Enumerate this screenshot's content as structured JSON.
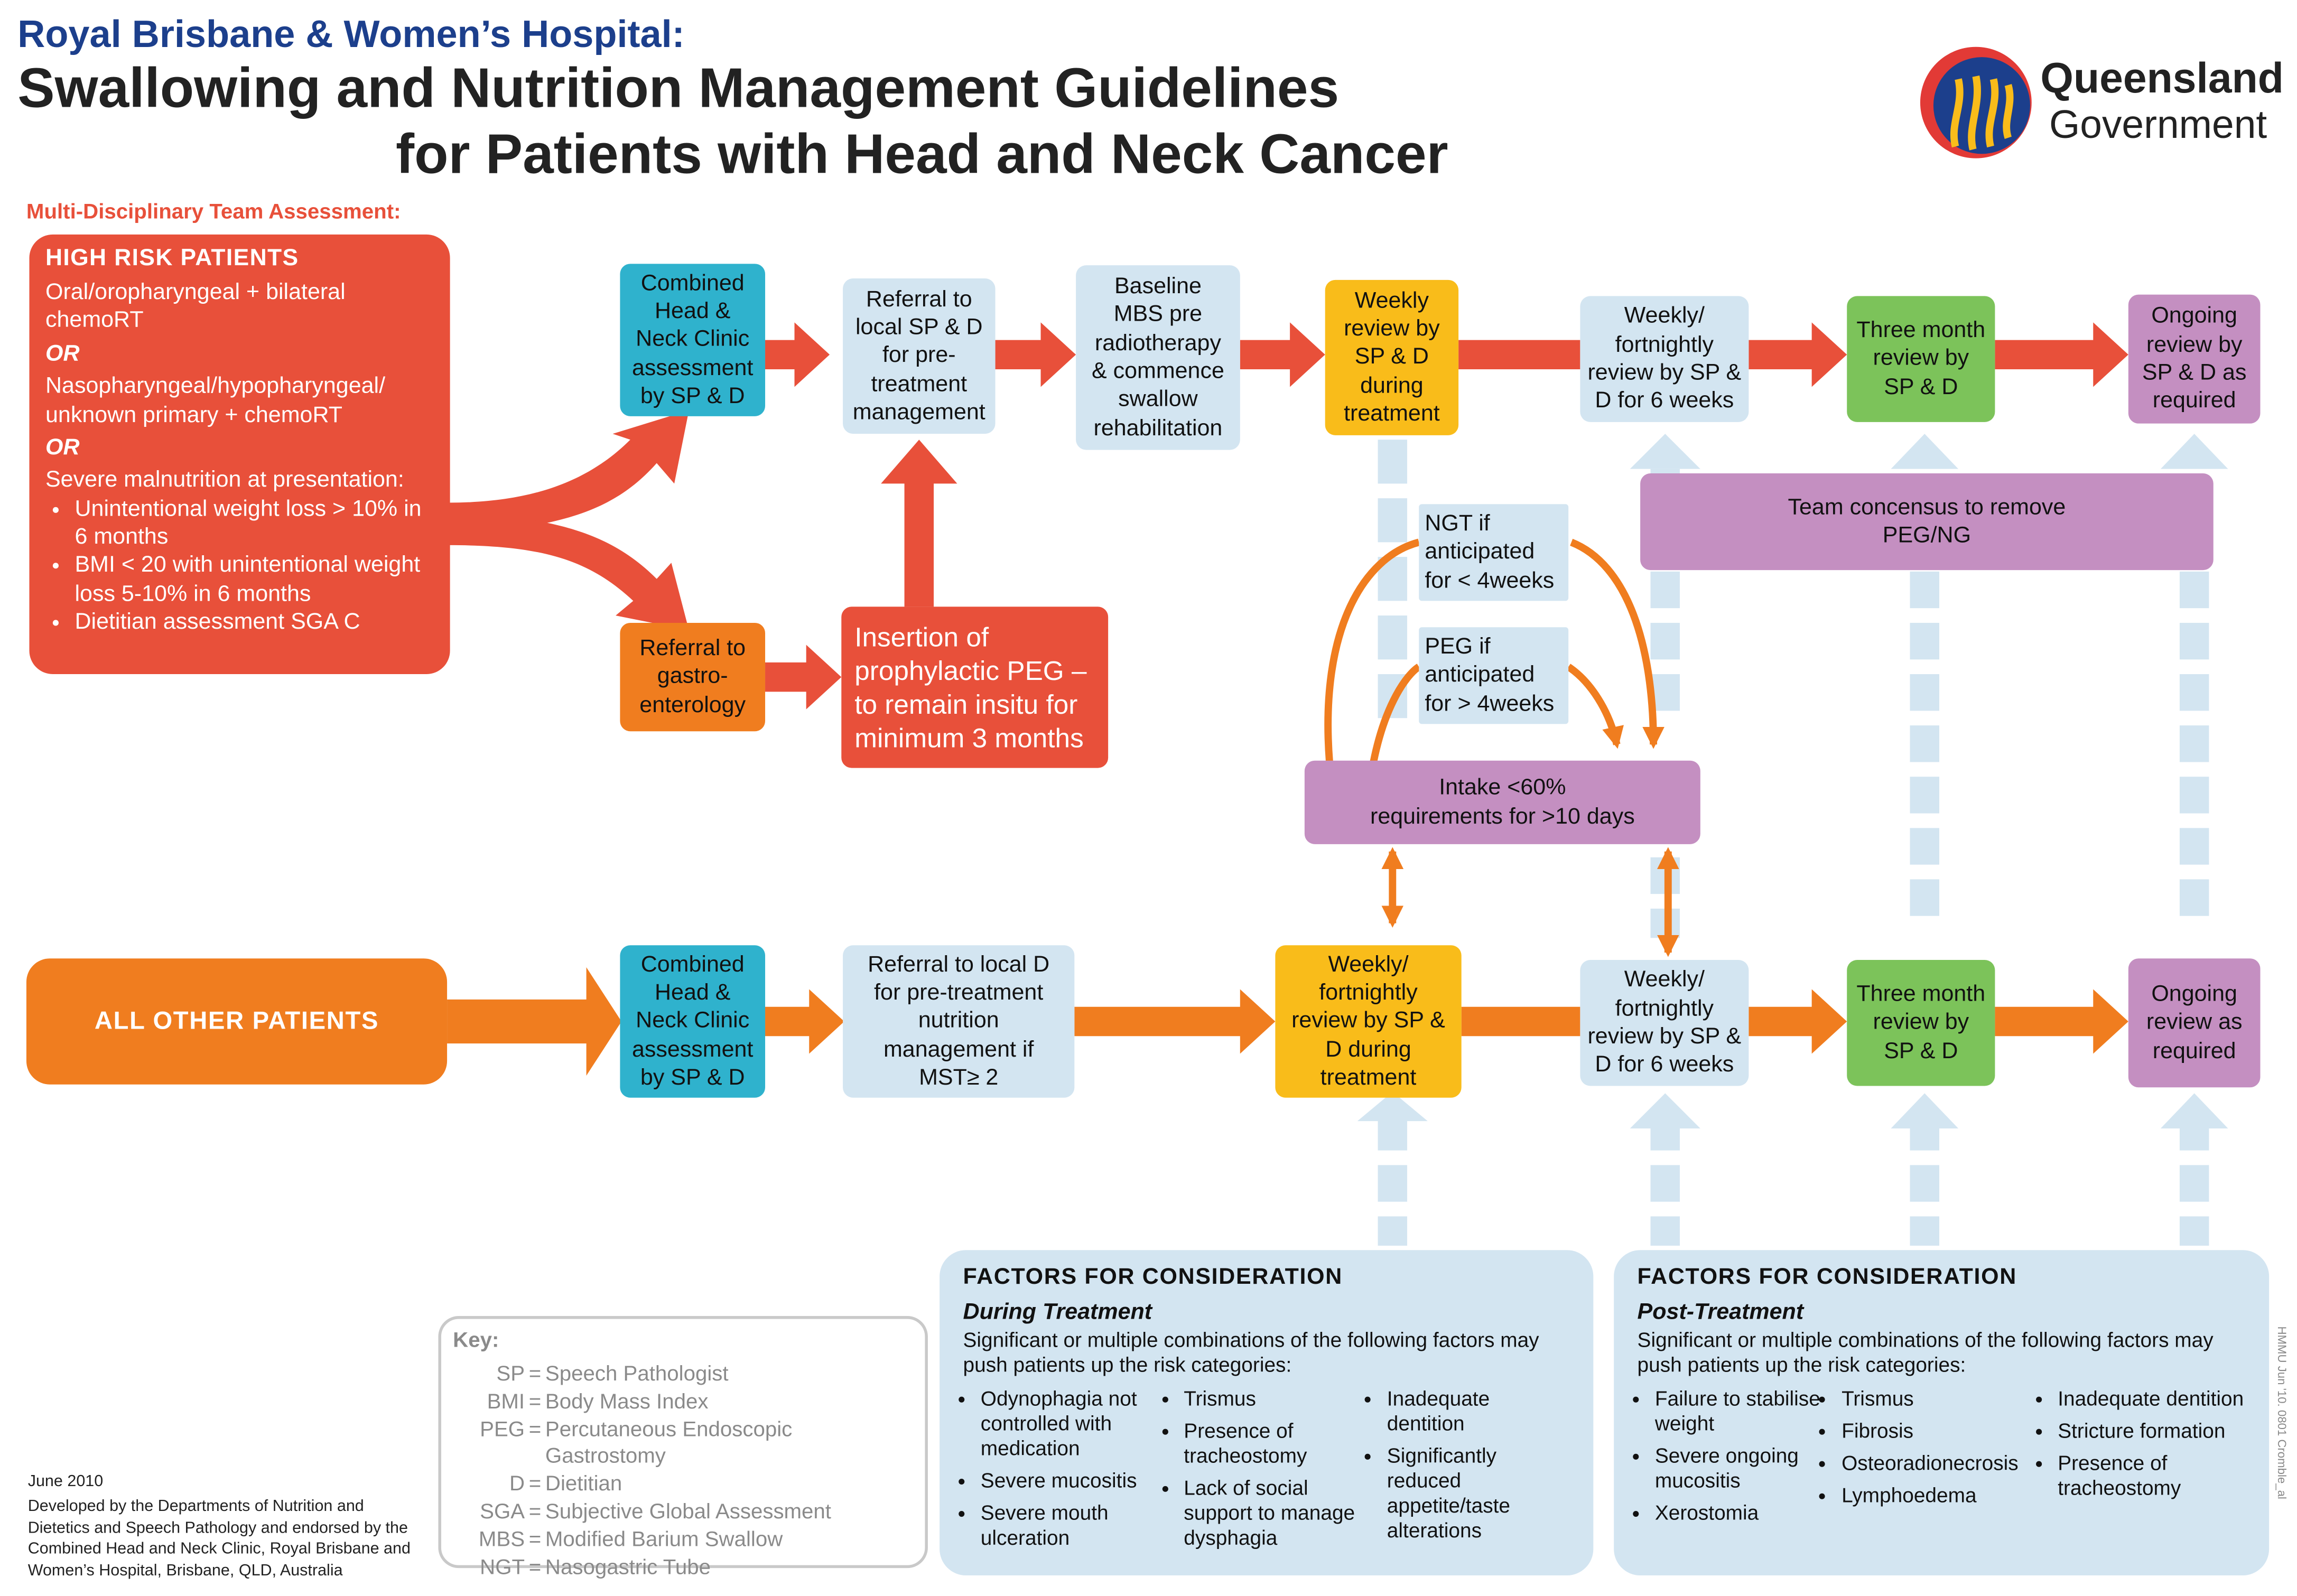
{
  "header": {
    "hospital": "Royal Brisbane & Women’s Hospital:",
    "title_line1": "Swallowing and Nutrition Management Guidelines",
    "title_line2": "for Patients with Head and Neck Cancer",
    "logo_line1": "Queensland",
    "logo_line2": "Government"
  },
  "mdt_label": "Multi-Disciplinary Team Assessment:",
  "high_risk": {
    "heading": "HIGH RISK PATIENTS",
    "crit1": "Oral/oropharyngeal + bilateral chemoRT",
    "or1": "OR",
    "crit2": "Nasopharyngeal/hypopharyngeal/ unknown primary + chemoRT",
    "or2": "OR",
    "crit3": "Severe malnutrition at presentation:",
    "bullets": [
      "Unintentional weight loss > 10% in 6 months",
      "BMI < 20 with unintentional weight loss 5-10% in 6 months",
      "Dietitian assessment SGA C"
    ]
  },
  "top_row": {
    "assessment": [
      "Combined",
      "Head &",
      "Neck Clinic",
      "assessment",
      "by SP & D"
    ],
    "referral": [
      "Referral to",
      "local SP & D",
      "for pre-",
      "treatment",
      "management"
    ],
    "baseline": [
      "Baseline",
      "MBS pre",
      "radiotherapy",
      "& commence",
      "swallow",
      "rehabilitation"
    ],
    "weekly_during": [
      "Weekly",
      "review by",
      "SP & D",
      "during",
      "treatment"
    ],
    "weekly_post": [
      "Weekly/",
      "fortnightly",
      "review by SP &",
      "D for 6 weeks"
    ],
    "three_month": [
      "Three month",
      "review by",
      "SP & D"
    ],
    "ongoing": [
      "Ongoing",
      "review by",
      "SP & D as",
      "required"
    ]
  },
  "middle": {
    "gastro": [
      "Referral to",
      "gastro-",
      "enterology"
    ],
    "peg_insertion": "Insertion of prophylactic PEG – to remain insitu for minimum 3 months",
    "ngt": [
      "NGT if",
      "anticipated",
      "for < 4weeks"
    ],
    "peg_if": [
      "PEG if",
      "anticipated",
      "for > 4weeks"
    ],
    "intake": [
      "Intake <60%",
      "requirements for  >10 days"
    ],
    "team_consensus": [
      "Team concensus to remove",
      "PEG/NG"
    ]
  },
  "bottom_row": {
    "label": "ALL OTHER PATIENTS",
    "assessment": [
      "Combined",
      "Head &",
      "Neck Clinic",
      "assessment",
      "by SP & D"
    ],
    "referral": [
      "Referral to local D",
      "for pre-treatment",
      "nutrition",
      "management if",
      "MST≥ 2"
    ],
    "weekly_during": [
      "Weekly/",
      "fortnightly",
      "review by SP &",
      "D during",
      "treatment"
    ],
    "weekly_post": [
      "Weekly/",
      "fortnightly",
      "review by SP &",
      "D for 6 weeks"
    ],
    "three_month": [
      "Three month",
      "review by",
      "SP & D"
    ],
    "ongoing": [
      "Ongoing",
      "review as",
      "required"
    ]
  },
  "key": {
    "title": "Key:",
    "entries": [
      {
        "abbr": "SP",
        "full": "Speech Pathologist"
      },
      {
        "abbr": "BMI",
        "full": "Body Mass Index"
      },
      {
        "abbr": "PEG",
        "full": "Percutaneous Endoscopic Gastrostomy"
      },
      {
        "abbr": "D",
        "full": "Dietitian"
      },
      {
        "abbr": "SGA",
        "full": "Subjective Global Assessment"
      },
      {
        "abbr": "MBS",
        "full": "Modified Barium Swallow"
      },
      {
        "abbr": "NGT",
        "full": "Nasogastric Tube"
      }
    ]
  },
  "factors_during": {
    "heading": "FACTORS FOR CONSIDERATION",
    "subheading": "During Treatment",
    "intro": "Significant or multiple combinations of the following factors may push patients up the risk categories:",
    "col1": [
      "Odynophagia not controlled with medication",
      "Severe mucositis",
      "Severe mouth ulceration"
    ],
    "col2": [
      "Trismus",
      "Presence of tracheostomy",
      "Lack of social support to manage dysphagia"
    ],
    "col3": [
      "Inadequate dentition",
      "Significantly reduced appetite/taste alterations"
    ]
  },
  "factors_post": {
    "heading": "FACTORS FOR CONSIDERATION",
    "subheading": "Post-Treatment",
    "intro": "Significant or multiple combinations of the following factors may push patients up the risk categories:",
    "col1": [
      "Failure to stabilise weight",
      "Severe ongoing mucositis",
      "Xerostomia"
    ],
    "col2": [
      "Trismus",
      "Fibrosis",
      "Osteoradionecrosis",
      "Lymphoedema"
    ],
    "col3": [
      "Inadequate dentition",
      "Stricture formation",
      "Presence of tracheostomy"
    ]
  },
  "footer": {
    "date": "June 2010",
    "developed": "Developed by the Departments of Nutrition and Dietetics and Speech Pathology and endorsed by the Combined Head and Neck Clinic, Royal Brisbane and Women’s Hospital, Brisbane, QLD, Australia",
    "code": "HMMU Jun '10. 0801 Cromble_al"
  },
  "colors": {
    "red": "#e8503a",
    "orange": "#f07d1f",
    "cyan": "#2fb2cd",
    "light_blue": "#d3e5f1",
    "yellow": "#f9bc1a",
    "green": "#7cc35a",
    "purple": "#c48fc1",
    "navy": "#1c3f8c"
  }
}
